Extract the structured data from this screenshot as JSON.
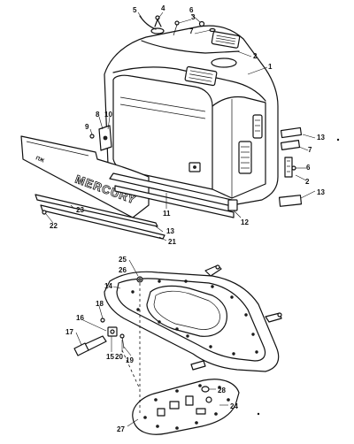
{
  "decal": {
    "brand_text": "MERCURY",
    "small_text": "ПЖ"
  },
  "callouts": [
    {
      "id": "c1",
      "label": "1"
    },
    {
      "id": "c2a",
      "label": "2"
    },
    {
      "id": "c2b",
      "label": "2"
    },
    {
      "id": "c3",
      "label": "3"
    },
    {
      "id": "c4",
      "label": "4"
    },
    {
      "id": "c5",
      "label": "5"
    },
    {
      "id": "c6a",
      "label": "6"
    },
    {
      "id": "c6b",
      "label": "6"
    },
    {
      "id": "c7a",
      "label": "7"
    },
    {
      "id": "c7b",
      "label": "7"
    },
    {
      "id": "c8",
      "label": "8"
    },
    {
      "id": "c9",
      "label": "9"
    },
    {
      "id": "c10",
      "label": "10"
    },
    {
      "id": "c11",
      "label": "11"
    },
    {
      "id": "c12",
      "label": "12"
    },
    {
      "id": "c13a",
      "label": "13"
    },
    {
      "id": "c13b",
      "label": "13"
    },
    {
      "id": "c13c",
      "label": "13"
    },
    {
      "id": "c14",
      "label": "14"
    },
    {
      "id": "c15",
      "label": "15"
    },
    {
      "id": "c16",
      "label": "16"
    },
    {
      "id": "c17",
      "label": "17"
    },
    {
      "id": "c18",
      "label": "18"
    },
    {
      "id": "c19",
      "label": "19"
    },
    {
      "id": "c20",
      "label": "20"
    },
    {
      "id": "c21",
      "label": "21"
    },
    {
      "id": "c22",
      "label": "22"
    },
    {
      "id": "c23",
      "label": "23"
    },
    {
      "id": "c24",
      "label": "24"
    },
    {
      "id": "c25",
      "label": "25"
    },
    {
      "id": "c26",
      "label": "26"
    },
    {
      "id": "c27",
      "label": "27"
    },
    {
      "id": "c28",
      "label": "28"
    }
  ]
}
